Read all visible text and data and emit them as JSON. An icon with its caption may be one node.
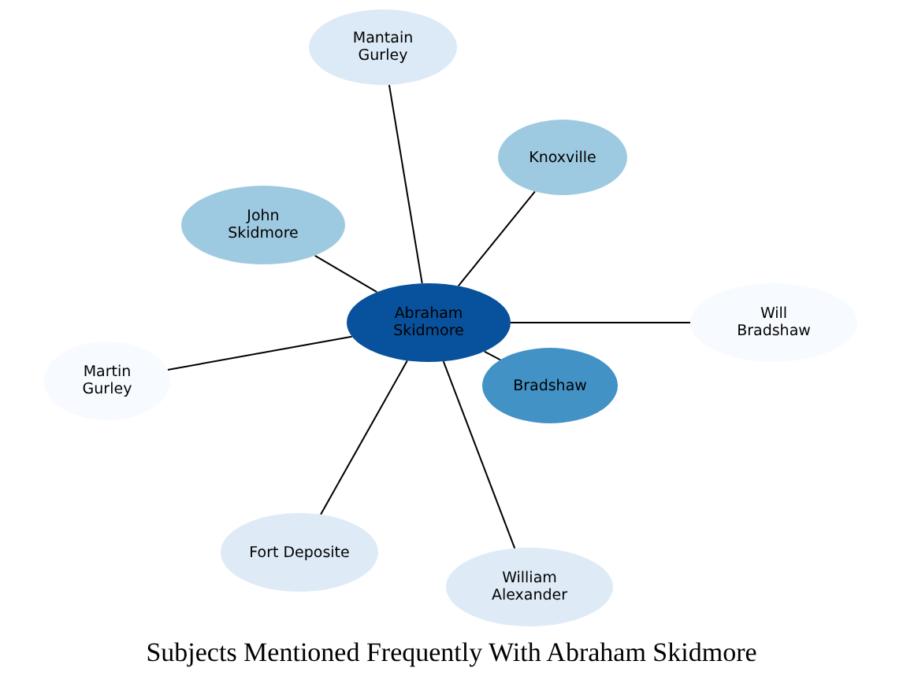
{
  "diagram": {
    "title": "Subjects Mentioned Frequently With Abraham Skidmore",
    "nodes": [
      {
        "text": [
          "Mantain Gurley"
        ]
      },
      {
        "text": [
          "Knoxville"
        ]
      },
      {
        "text": [
          "John Skidmore"
        ]
      },
      {
        "text": [
          "Abraham Skidmore"
        ]
      },
      {
        "text": [
          "Will Bradshaw"
        ]
      },
      {
        "text": [
          "Bradshaw"
        ]
      },
      {
        "text": [
          "Martin Gurley"
        ]
      },
      {
        "text": [
          "Fort Deposite"
        ]
      },
      {
        "text": [
          "William Alexander"
        ]
      }
    ],
    "edges": [
      {
        "from": 3,
        "to": 0,
        "arrow": "none"
      },
      {
        "from": 3,
        "to": 1,
        "arrow": "none"
      },
      {
        "from": 3,
        "to": 2,
        "arrow": "none"
      },
      {
        "from": 3,
        "to": 4,
        "arrow": "none"
      },
      {
        "from": 3,
        "to": 5,
        "arrow": "none"
      },
      {
        "from": 3,
        "to": 6,
        "arrow": "none"
      },
      {
        "from": 3,
        "to": 7,
        "arrow": "none"
      },
      {
        "from": 3,
        "to": 8,
        "arrow": "none"
      }
    ]
  }
}
